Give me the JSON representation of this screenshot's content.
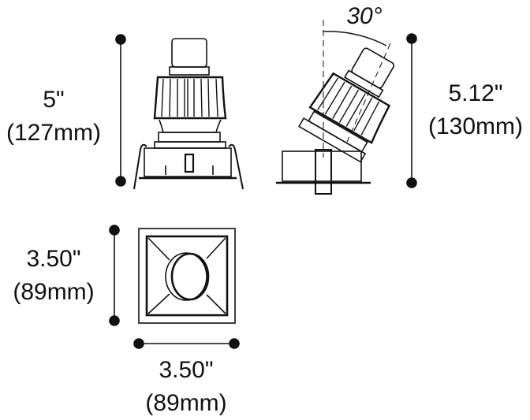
{
  "front_view": {
    "height_in": "5\"",
    "height_mm": "(127mm)"
  },
  "tilted_view": {
    "tilt_angle": "30°",
    "height_in": "5.12\"",
    "height_mm": "(130mm)"
  },
  "bottom_view": {
    "height_in": "3.50\"",
    "height_mm": "(89mm)",
    "width_in": "3.50\"",
    "width_mm": "(89mm)"
  }
}
